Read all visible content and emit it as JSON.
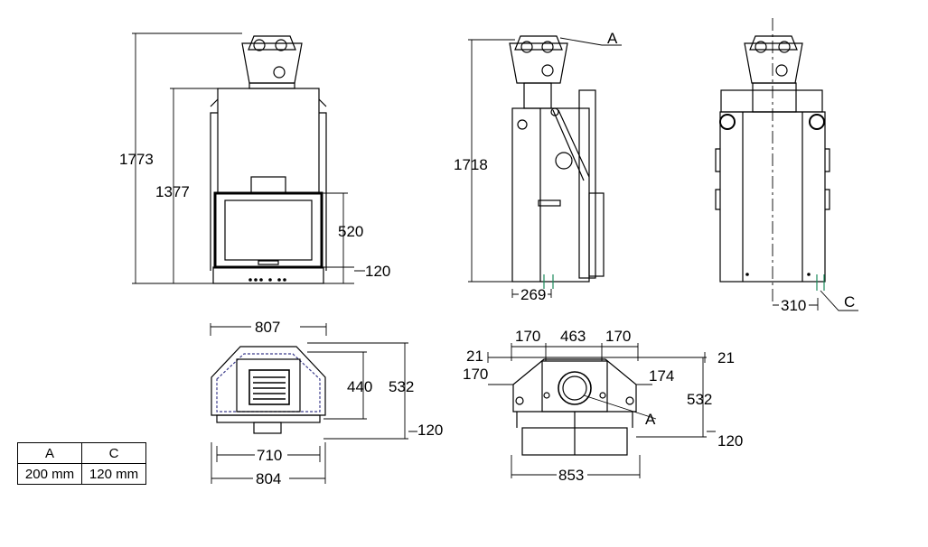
{
  "front_view": {
    "height_total": "1773",
    "height_body": "1377",
    "door_height": "520",
    "base_height": "120"
  },
  "side_view": {
    "height_total": "1718",
    "label_a": "A",
    "foot_depth": "269"
  },
  "back_view": {
    "foot_offset": "310",
    "label_c": "C"
  },
  "plan_left": {
    "top_width": "807",
    "depth_inner": "440",
    "depth_total": "532",
    "base_height": "120",
    "inner_width": "710",
    "outer_width": "804"
  },
  "plan_right": {
    "offset_left_top": "21",
    "offset_left_mid": "170",
    "seg_left": "170",
    "seg_mid": "463",
    "seg_right": "170",
    "offset_right_top": "21",
    "offset_right_mid": "174",
    "label_a": "A",
    "depth_total": "532",
    "base_height": "120",
    "overall_width": "853"
  },
  "table": {
    "headers": [
      "A",
      "C"
    ],
    "values": [
      "200 mm",
      "120 mm"
    ]
  }
}
